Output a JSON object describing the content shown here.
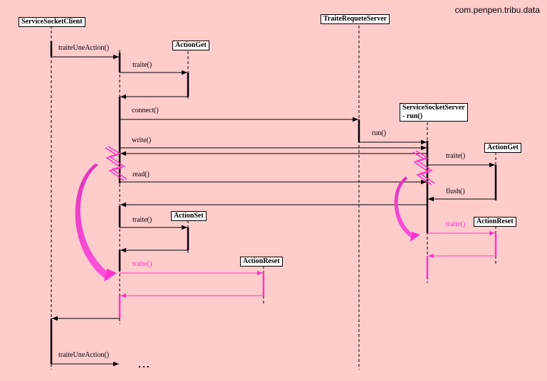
{
  "package_label": "com.penpen.tribu.data",
  "participants": {
    "client": "ServiceSocketClient",
    "action_get_client": "ActionGet",
    "traite_requete_server": "TraiteRequeteServer",
    "socket_server": "ServiceSocketServer",
    "socket_server_run": "- run()",
    "action_get_server": "ActionGet",
    "action_set": "ActionSet",
    "action_reset_client": "ActionReset",
    "action_reset_server": "ActionReset"
  },
  "messages": {
    "traite_une_action_1": "traiteUneAction()",
    "traite_get": "traite()",
    "connect": "connect()",
    "run": "run()",
    "write": "write()",
    "read": "read()",
    "traite_get_server": "traite()",
    "flush": "flush()",
    "traite_set": "traite()",
    "traite_reset_server": "traite()",
    "traite_reset_client": "traite()",
    "traite_une_action_2": "traiteUneAction()"
  },
  "ellipsis": "...",
  "colors": {
    "background": "#ffcccc",
    "pink": "#ff33cc",
    "line": "#000000"
  }
}
